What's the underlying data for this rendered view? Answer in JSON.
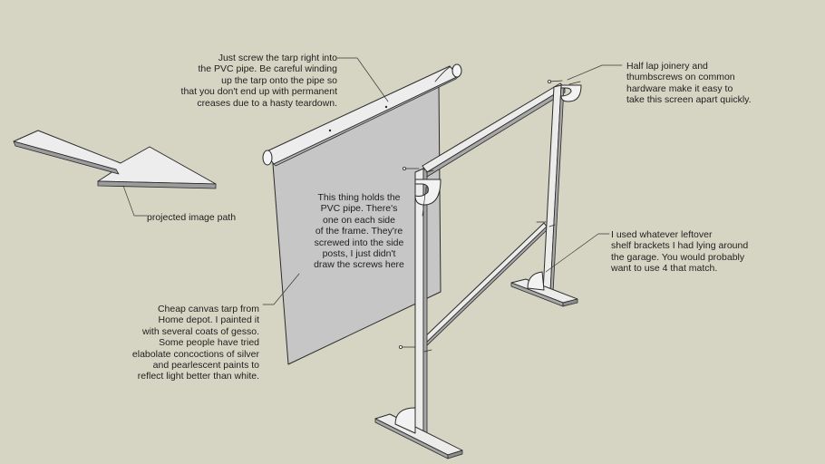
{
  "annotations": {
    "screw_tarp": "Just screw the tarp right into\nthe PVC pipe. Be careful winding\nup the tarp onto the pipe so\nthat you don't end up with permanent\ncreases due to a hasty teardown.",
    "half_lap": "Half lap joinery and\nthumbscrews on common\nhardware make it easy to\ntake this screen apart quickly.",
    "holder": "This thing holds the\nPVC pipe. There's\none on each side\nof the frame. They're\nscrewed into the side\nposts, I just didn't\ndraw the screws here",
    "projected_path": "projected image path",
    "brackets": "I  used whatever leftover\nshelf brackets I had lying around\nthe garage. You would probably\nwant to use 4 that match.",
    "tarp": "Cheap canvas tarp from\nHome depot.  I painted it\nwith several coats of gesso.\nSome people have tried\nelabolate concoctions of silver\nand pearlescent paints to\nreflect light better than white."
  },
  "colors": {
    "background": "#d6d5c4",
    "tarp": "#c4c4c4",
    "pipe": "#eeeeee",
    "frame": "#e6e6e0",
    "outline": "#2b2b2b"
  }
}
